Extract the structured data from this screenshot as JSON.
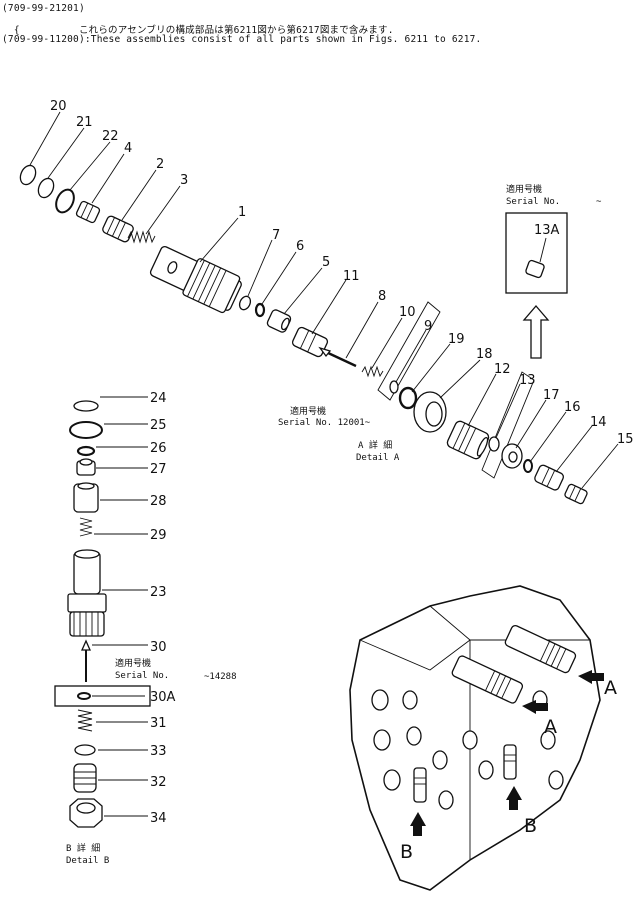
{
  "header": {
    "line1": "(709-99-21201)",
    "line2": "  {          これらのアセンブリの構成部品は第6211図から第6217図まで含みます.",
    "line3": "(709-99-11200):These assemblies consist of all parts shown in Figs. 6211 to 6217."
  },
  "labels": {
    "p20": "20",
    "p21": "21",
    "p22": "22",
    "p4": "4",
    "p2": "2",
    "p3": "3",
    "p1": "1",
    "p7": "7",
    "p6": "6",
    "p5": "5",
    "p11": "11",
    "p8": "8",
    "p10": "10",
    "p9": "9",
    "p19": "19",
    "p18": "18",
    "p12": "12",
    "p13": "13",
    "p17": "17",
    "p16": "16",
    "p14": "14",
    "p15": "15",
    "p13a": "13A",
    "p24": "24",
    "p25": "25",
    "p26": "26",
    "p27": "27",
    "p28": "28",
    "p29": "29",
    "p23": "23",
    "p30": "30",
    "p30a": "30A",
    "p31": "31",
    "p33": "33",
    "p32": "32",
    "p34": "34"
  },
  "serials": {
    "a_jp": "適用号機",
    "a_en": "Serial No.",
    "a_tilde": "~",
    "c_jp": "適用号機",
    "c_en": "Serial No. 12001~",
    "b_jp": "適用号機",
    "b_en": "Serial No.",
    "b_val": "~14288"
  },
  "details": {
    "a_jp": "A 詳 細",
    "a_en": "Detail A",
    "b_jp": "B 詳 細",
    "b_en": "Detail B"
  },
  "callouts": {
    "A1": "A",
    "A2": "A",
    "B1": "B",
    "B2": "B"
  }
}
